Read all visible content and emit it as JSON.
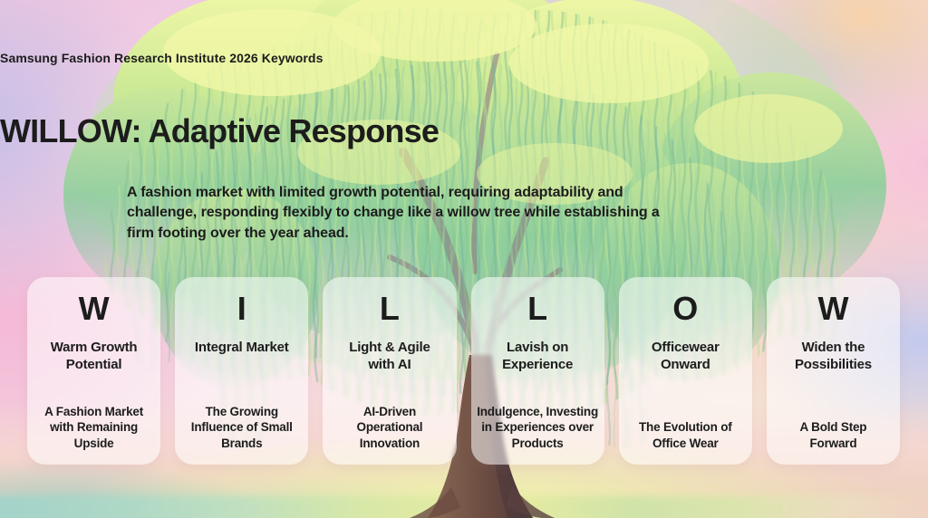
{
  "header": {
    "eyebrow": "Samsung Fashion Research Institute 2026 Keywords"
  },
  "hero": {
    "title": "WILLOW: Adaptive Response",
    "subtitle": "A fashion market with limited growth potential, requiring adaptability and\nchallenge, responding flexibly to change like a willow tree while establishing a\nfirm footing over the year ahead."
  },
  "cards": [
    {
      "letter": "W",
      "keyword": "Warm Growth\nPotential",
      "description": "A Fashion Market\nwith Remaining\nUpside"
    },
    {
      "letter": "I",
      "keyword": "Integral Market",
      "description": "The Growing\nInfluence of Small\nBrands"
    },
    {
      "letter": "L",
      "keyword": "Light & Agile\nwith AI",
      "description": "AI-Driven\nOperational\nInnovation"
    },
    {
      "letter": "L",
      "keyword": "Lavish on\nExperience",
      "description": "Indulgence, Investing\nin Experiences over\nProducts"
    },
    {
      "letter": "O",
      "keyword": "Officewear\nOnward",
      "description": "The Evolution of\nOffice Wear"
    },
    {
      "letter": "W",
      "keyword": "Widen the\nPossibilities",
      "description": "A Bold Step\nForward"
    }
  ],
  "illustration": {
    "subject": "pastel watercolor willow tree on meadow",
    "colors": {
      "sky_pink": "#f6c3da",
      "sky_lavender": "#c7bfe7",
      "sky_peach": "#f7d3ab",
      "sky_blue": "#aecdf0",
      "foliage_highlight": "#f2f8a8",
      "foliage_green": "#8fcf9c",
      "foliage_teal": "#6fb19b",
      "trunk_brown": "#6b4c41",
      "meadow_yellow": "#e8eca0",
      "ground_teal": "#a2d2c9",
      "text": "#1c1c1c",
      "card_background": "#ffffff"
    }
  }
}
